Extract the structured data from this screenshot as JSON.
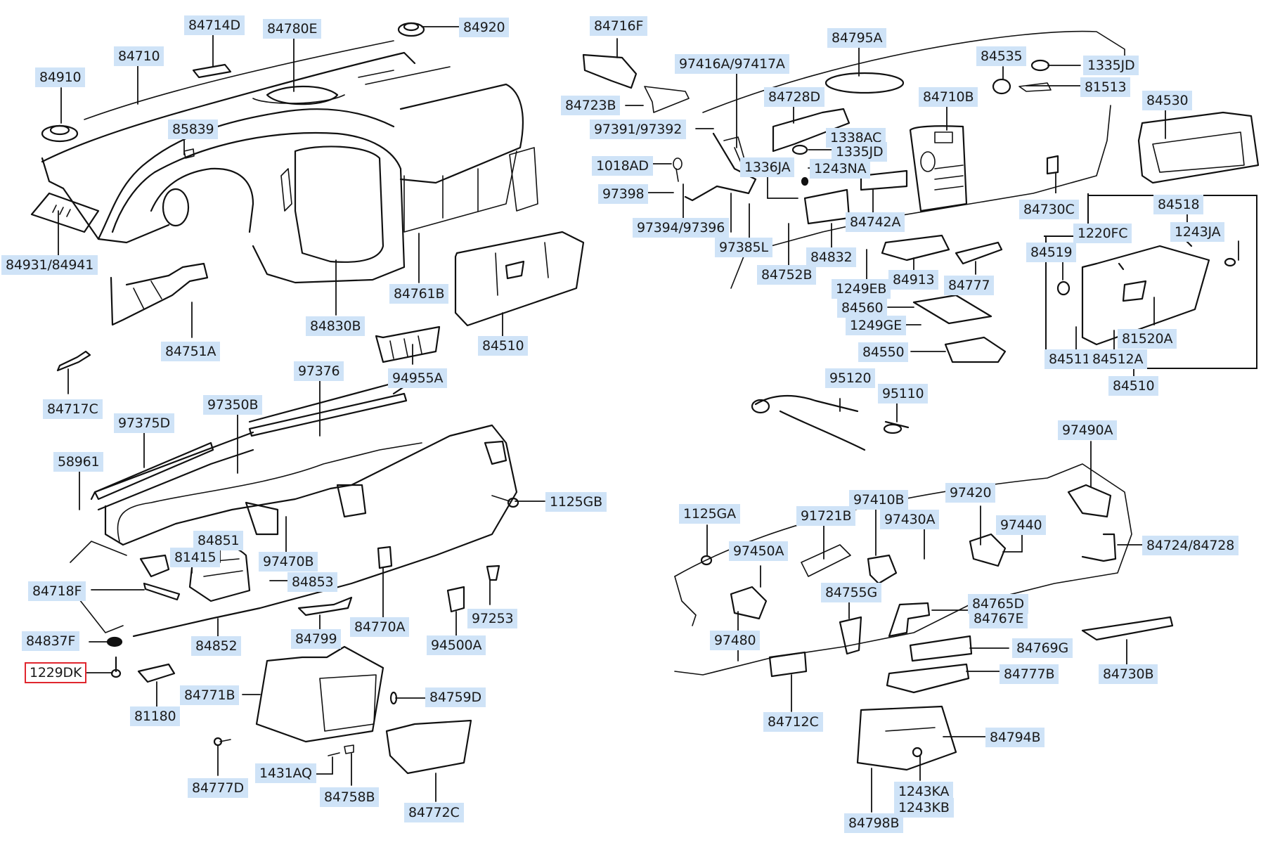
{
  "diagram": {
    "title": "Crash pad (instrument panel) parts diagram",
    "highlight_color": "#e0262e",
    "label_background": "#cfe3f7",
    "selected_part": "1229DK",
    "labels": {
      "p84714D": "84714D",
      "p84780E": "84780E",
      "p84920": "84920",
      "p84710": "84710",
      "p84910": "84910",
      "p85839": "85839",
      "p84931_84941": "84931/84941",
      "p84751A": "84751A",
      "p84761B": "84761B",
      "p84830B": "84830B",
      "p84510_a": "84510",
      "p94955A": "94955A",
      "p84717C": "84717C",
      "p97376": "97376",
      "p97350B": "97350B",
      "p97375D": "97375D",
      "p58961": "58961",
      "p1125GB": "1125GB",
      "p84851": "84851",
      "p81415": "81415",
      "p97470B": "97470B",
      "p84853": "84853",
      "p84718F": "84718F",
      "p84852": "84852",
      "p84799": "84799",
      "p84770A": "84770A",
      "p94500A": "94500A",
      "p97253": "97253",
      "p84837F": "84837F",
      "p1229DK": "1229DK",
      "p81180": "81180",
      "p84771B": "84771B",
      "p84759D": "84759D",
      "p84777D": "84777D",
      "p1431AQ": "1431AQ",
      "p84758B": "84758B",
      "p84772C": "84772C",
      "p84716F": "84716F",
      "p84723B": "84723B",
      "p97416A_97417A": "97416A/97417A",
      "p97391_97392": "97391/97392",
      "p1018AD": "1018AD",
      "p97398": "97398",
      "p97394_97396": "97394/97396",
      "p97385L": "97385L",
      "p84795A": "84795A",
      "p84728D": "84728D",
      "p1338AC": "1338AC",
      "p1335JD_a": "1335JD",
      "p1336JA": "1336JA",
      "p1243NA": "1243NA",
      "p84742A": "84742A",
      "p84832": "84832",
      "p84752B": "84752B",
      "p1249EB": "1249EB",
      "p84913": "84913",
      "p84777": "84777",
      "p84560": "84560",
      "p1249GE": "1249GE",
      "p84550": "84550",
      "p84710B": "84710B",
      "p84535": "84535",
      "p1335JD_b": "1335JD",
      "p81513": "81513",
      "p84530": "84530",
      "p84730C": "84730C",
      "p84518": "84518",
      "p1220FC": "1220FC",
      "p1243JA": "1243JA",
      "p84519": "84519",
      "p81520A": "81520A",
      "p84511": "84511",
      "p84512A": "84512A",
      "p84510_b": "84510",
      "p95120": "95120",
      "p95110": "95110",
      "p97490A": "97490A",
      "p1125GA": "1125GA",
      "p91721B": "91721B",
      "p97410B": "97410B",
      "p97420": "97420",
      "p97430A": "97430A",
      "p97440": "97440",
      "p97450A": "97450A",
      "p84724_84728": "84724/84728",
      "p84755G": "84755G",
      "p84765D": "84765D",
      "p84767E": "84767E",
      "p97480": "97480",
      "p84769G": "84769G",
      "p84730B": "84730B",
      "p84777B": "84777B",
      "p84712C": "84712C",
      "p84794B": "84794B",
      "p1243KA": "1243KA",
      "p1243KB": "1243KB",
      "p84798B": "84798B"
    }
  }
}
